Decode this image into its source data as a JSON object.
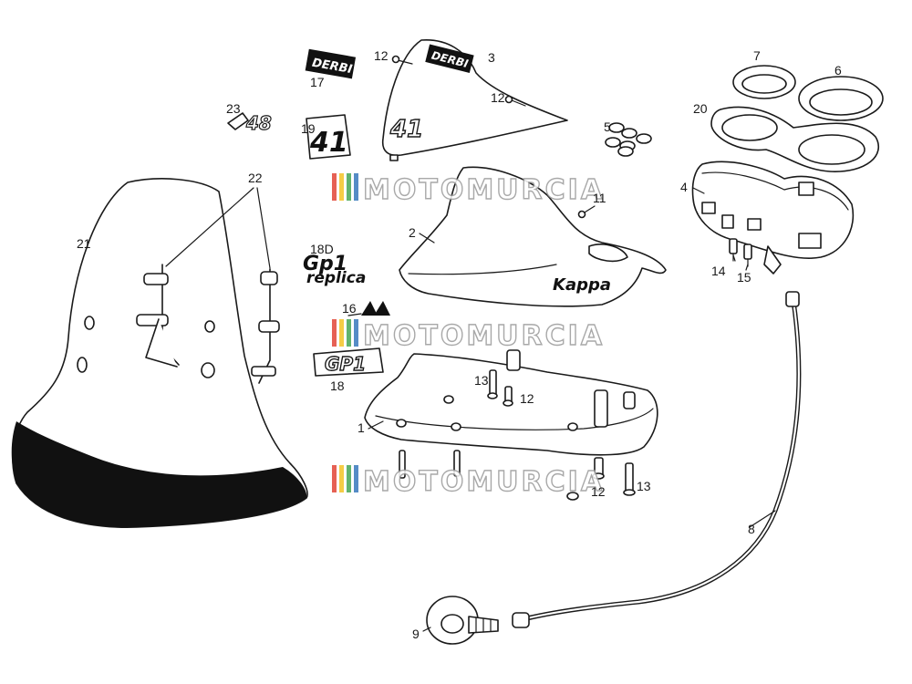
{
  "callouts": [
    {
      "id": "c1",
      "text": "1"
    },
    {
      "id": "c2",
      "text": "2"
    },
    {
      "id": "c3",
      "text": "3"
    },
    {
      "id": "c4",
      "text": "4"
    },
    {
      "id": "c5",
      "text": "5"
    },
    {
      "id": "c6",
      "text": "6"
    },
    {
      "id": "c7",
      "text": "7"
    },
    {
      "id": "c8",
      "text": "8"
    },
    {
      "id": "c9",
      "text": "9"
    },
    {
      "id": "c11",
      "text": "11"
    },
    {
      "id": "c12a",
      "text": "12"
    },
    {
      "id": "c12b",
      "text": "12"
    },
    {
      "id": "c12c",
      "text": "12"
    },
    {
      "id": "c12d",
      "text": "12"
    },
    {
      "id": "c13a",
      "text": "13"
    },
    {
      "id": "c13b",
      "text": "13"
    },
    {
      "id": "c14",
      "text": "14"
    },
    {
      "id": "c15",
      "text": "15"
    },
    {
      "id": "c16",
      "text": "16"
    },
    {
      "id": "c17",
      "text": "17"
    },
    {
      "id": "c18",
      "text": "18"
    },
    {
      "id": "c18d",
      "text": "18D"
    },
    {
      "id": "c19",
      "text": "19"
    },
    {
      "id": "c20",
      "text": "20"
    },
    {
      "id": "c21",
      "text": "21"
    },
    {
      "id": "c22",
      "text": "22"
    },
    {
      "id": "c23",
      "text": "23"
    }
  ],
  "watermark": {
    "text": "MOTOMURCIA",
    "colors": [
      "#e03a2a",
      "#f2c018",
      "#3aa04a",
      "#2b6fb8"
    ]
  },
  "decals": {
    "derbi_top": "DERBI",
    "derbi_sticker": "DERBI",
    "number_41": "41",
    "gp1_line1": "Gp1",
    "gp1_line2": "replica",
    "gp1_small": "GP1",
    "kappa": "Kappa",
    "small_48": "48"
  }
}
